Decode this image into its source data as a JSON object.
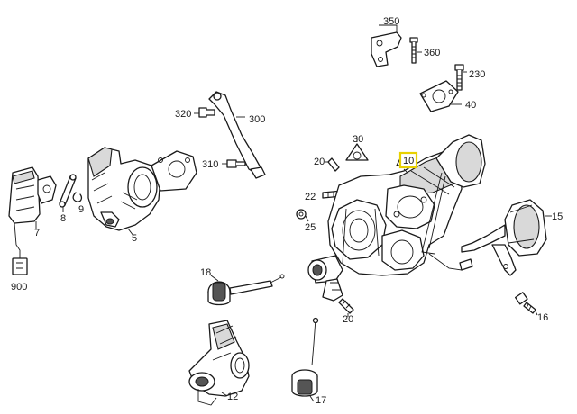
{
  "callouts": [
    {
      "id": "c350",
      "label": "350"
    },
    {
      "id": "c360",
      "label": "360"
    },
    {
      "id": "c230",
      "label": "230"
    },
    {
      "id": "c40",
      "label": "40"
    },
    {
      "id": "c320",
      "label": "320"
    },
    {
      "id": "c300",
      "label": "300"
    },
    {
      "id": "c30",
      "label": "30"
    },
    {
      "id": "c10",
      "label": "10",
      "highlighted": true
    },
    {
      "id": "c310",
      "label": "310"
    },
    {
      "id": "c20a",
      "label": "20"
    },
    {
      "id": "c22",
      "label": "22"
    },
    {
      "id": "c25",
      "label": "25"
    },
    {
      "id": "c8",
      "label": "8"
    },
    {
      "id": "c9",
      "label": "9"
    },
    {
      "id": "c7",
      "label": "7"
    },
    {
      "id": "c5",
      "label": "5"
    },
    {
      "id": "c15",
      "label": "15"
    },
    {
      "id": "c900",
      "label": "900"
    },
    {
      "id": "c18",
      "label": "18"
    },
    {
      "id": "c20b",
      "label": "20"
    },
    {
      "id": "c16",
      "label": "16"
    },
    {
      "id": "c12",
      "label": "12"
    },
    {
      "id": "c17",
      "label": "17"
    }
  ],
  "colors": {
    "background": "#ffffff",
    "line": "#1a1a1a",
    "highlight": "#e8d100"
  }
}
